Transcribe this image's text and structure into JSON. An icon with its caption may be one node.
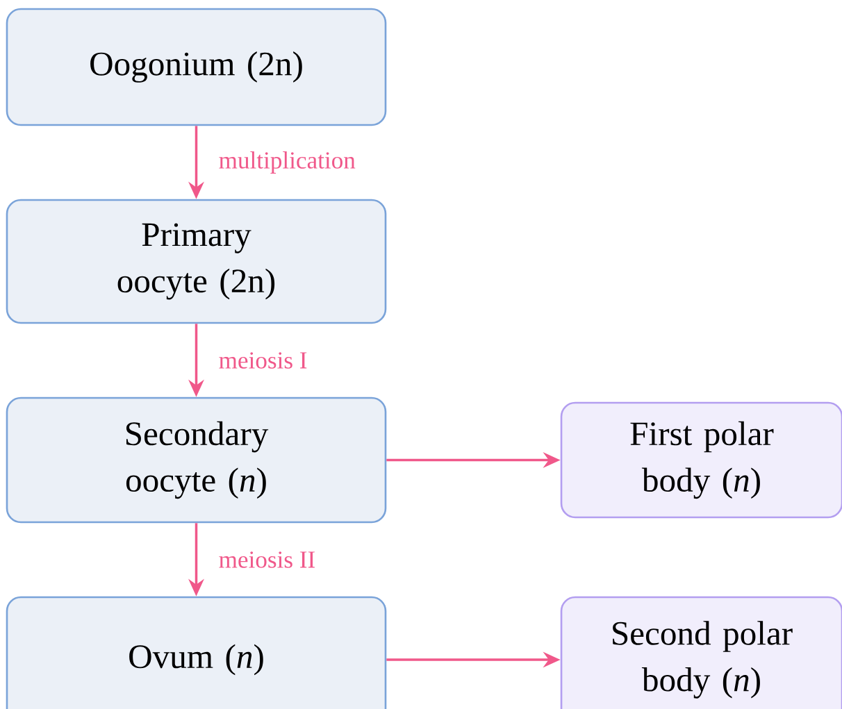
{
  "diagram": {
    "nodes": [
      {
        "text": [
          "Oogonium (2n)"
        ]
      },
      {
        "text": [
          "Primary oocyte (2n)"
        ]
      },
      {
        "text": [
          "Secondary oocyte (*n*)"
        ]
      },
      {
        "text": [
          "First polar body (*n*)"
        ]
      },
      {
        "text": [
          "Ovum (*n*)"
        ]
      },
      {
        "text": [
          "Second polar body (*n*)"
        ]
      }
    ],
    "edges": [
      {
        "from": 0,
        "to": 1,
        "arrow": "to",
        "label": "multiplication"
      },
      {
        "from": 1,
        "to": 2,
        "arrow": "to",
        "label": "meiosis I"
      },
      {
        "from": 2,
        "to": 3,
        "arrow": "to"
      },
      {
        "from": 2,
        "to": 4,
        "arrow": "to",
        "label": "meiosis II"
      },
      {
        "from": 4,
        "to": 5,
        "arrow": "to"
      }
    ]
  }
}
